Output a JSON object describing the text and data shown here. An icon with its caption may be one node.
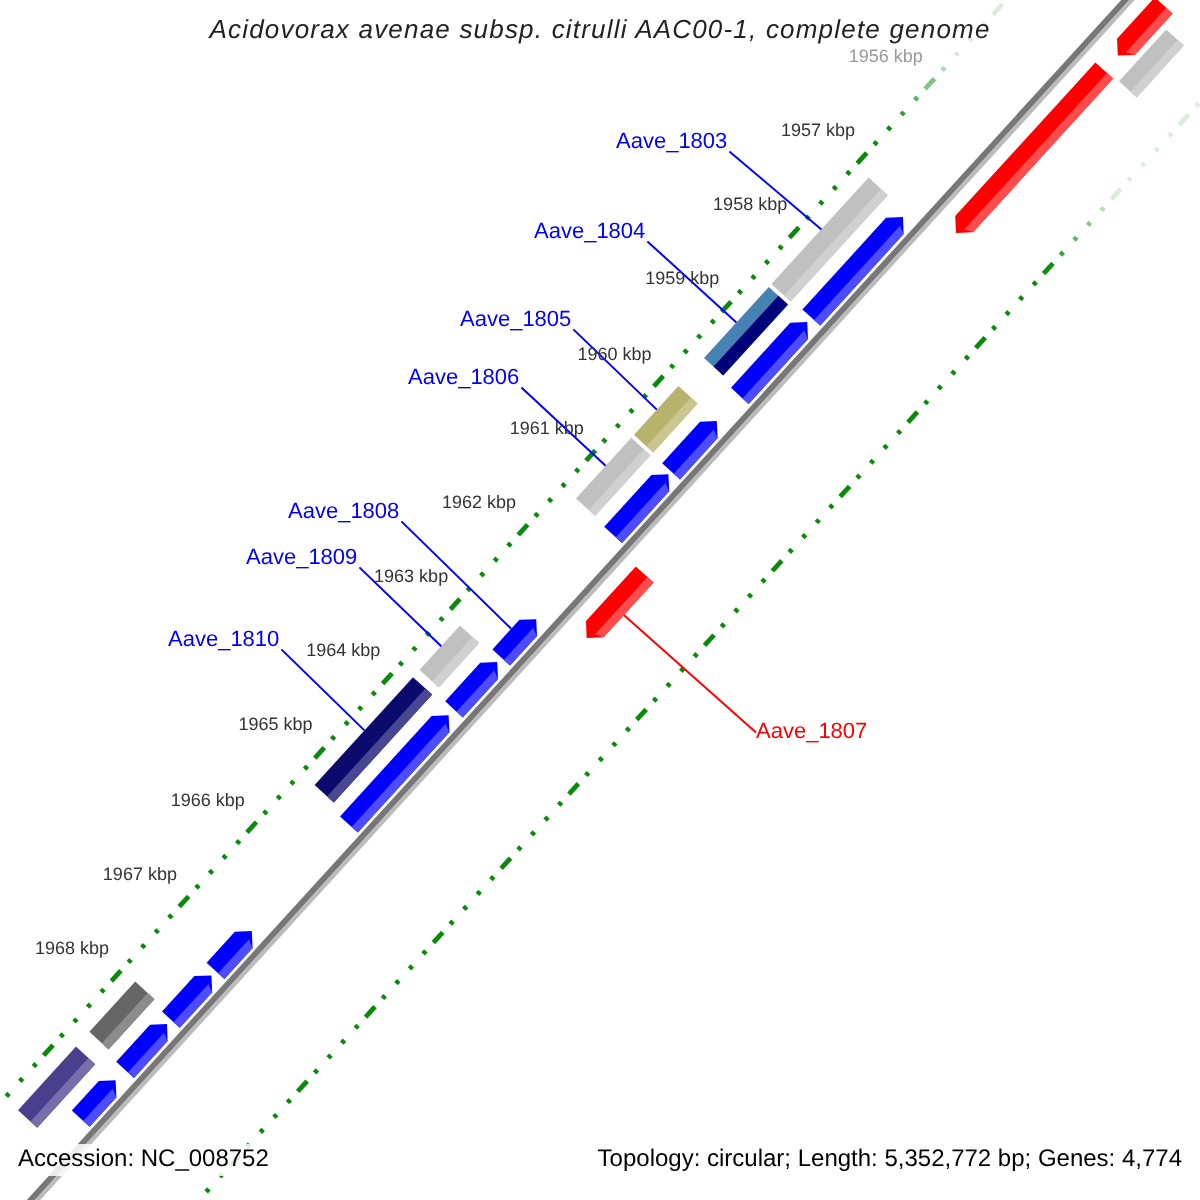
{
  "diagram": {
    "title": "Acidovorax avenae subsp. citrulli AAC00-1, complete genome",
    "nodes": [
      {
        "text": [
          "Aave_1803"
        ]
      },
      {
        "text": [],
        "shape": "bar"
      },
      {
        "text": [
          "Aave_1804"
        ]
      },
      {
        "text": [],
        "shape": "bar"
      },
      {
        "text": [
          "Aave_1805"
        ]
      },
      {
        "text": [],
        "shape": "bar"
      },
      {
        "text": [
          "Aave_1806"
        ]
      },
      {
        "text": [],
        "shape": "bar"
      },
      {
        "text": [
          "Aave_1807"
        ]
      },
      {
        "text": [],
        "shape": "arrow"
      },
      {
        "text": [
          "Aave_1808"
        ]
      },
      {
        "text": [],
        "shape": "arrow"
      },
      {
        "text": [
          "Aave_1809"
        ]
      },
      {
        "text": [],
        "shape": "bar"
      },
      {
        "text": [
          "Aave_1810"
        ]
      },
      {
        "text": [],
        "shape": "bar"
      },
      {
        "text": [],
        "shape": "arrow"
      },
      {
        "text": [],
        "shape": "bar"
      },
      {
        "text": [],
        "shape": "arrow"
      },
      {
        "text": [],
        "shape": "arrow"
      },
      {
        "text": [],
        "shape": "arrow"
      },
      {
        "text": [],
        "shape": "arrow"
      },
      {
        "text": [],
        "shape": "arrow"
      },
      {
        "text": [],
        "shape": "arrow"
      },
      {
        "text": [],
        "shape": "arrow"
      },
      {
        "text": [],
        "shape": "arrow"
      },
      {
        "text": [],
        "shape": "arrow"
      },
      {
        "text": [],
        "shape": "bar"
      },
      {
        "text": [],
        "shape": "arrow"
      },
      {
        "text": [],
        "shape": "bar"
      },
      {
        "text": [],
        "shape": "arrow"
      }
    ],
    "edges": [
      {
        "from": 0,
        "to": 1,
        "arrow": "none"
      },
      {
        "from": 2,
        "to": 3,
        "arrow": "none"
      },
      {
        "from": 4,
        "to": 5,
        "arrow": "none"
      },
      {
        "from": 6,
        "to": 7,
        "arrow": "none"
      },
      {
        "from": 8,
        "to": 9,
        "arrow": "none",
        "color": "#ff0000"
      },
      {
        "from": 10,
        "to": 11,
        "arrow": "none"
      },
      {
        "from": 12,
        "to": 13,
        "arrow": "none"
      },
      {
        "from": 14,
        "to": 15,
        "arrow": "none"
      }
    ],
    "labels": [
      "1956 kbp",
      "1957 kbp",
      "1958 kbp",
      "1959 kbp",
      "1960 kbp",
      "1961 kbp",
      "1962 kbp",
      "1963 kbp",
      "1964 kbp",
      "1965 kbp",
      "1966 kbp",
      "1967 kbp",
      "1968 kbp",
      "Accession: NC_008752",
      "Topology: circular; Length: 5,352,772 bp; Genes: 4,774"
    ]
  }
}
